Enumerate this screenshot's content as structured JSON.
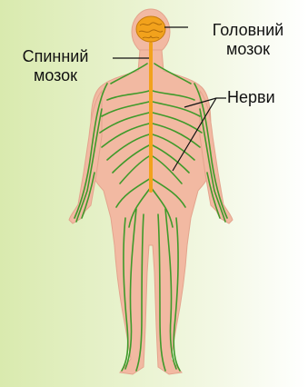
{
  "labels": {
    "brain": [
      "Головний",
      "мозок"
    ],
    "spinal_cord": [
      "Спинний",
      "мозок"
    ],
    "nerves": "Нерви"
  },
  "colors": {
    "background_left": "#d9eaae",
    "background_right": "#ffffff",
    "skin": "#f2b9a2",
    "nerve": "#3f9a2a",
    "spinal_cord": "#f2a21c",
    "brain": "#f2a21c",
    "leader_line": "#111111"
  }
}
